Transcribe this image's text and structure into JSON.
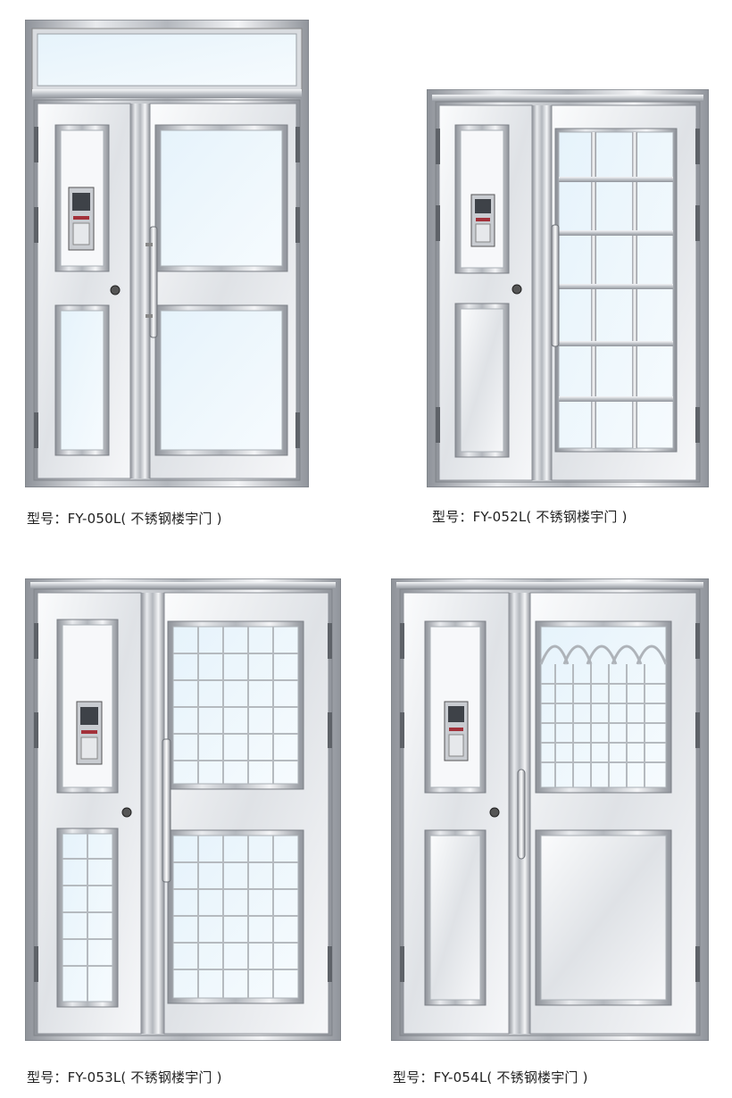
{
  "products": [
    {
      "caption": "型号：FY-050L( 不锈钢楼宇门 )"
    },
    {
      "caption": "型号：FY-052L( 不锈钢楼宇门 )"
    },
    {
      "caption": "型号：FY-053L( 不锈钢楼宇门 )"
    },
    {
      "caption": "型号：FY-054L( 不锈钢楼宇门 )"
    }
  ],
  "colors": {
    "steel_light": "#f4f5f7",
    "steel_mid": "#c9ccd1",
    "steel_dark": "#8d9198",
    "glass": "#e3f1fa",
    "caption_text": "#222222"
  }
}
